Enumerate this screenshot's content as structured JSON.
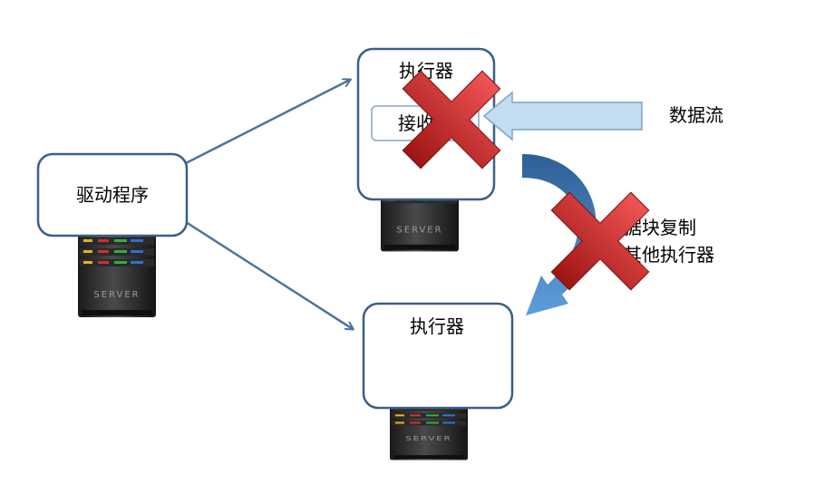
{
  "driver": {
    "label": "驱动程序"
  },
  "executor_top": {
    "title": "执行器",
    "receiver_label": "接收器"
  },
  "executor_bottom": {
    "title": "执行器"
  },
  "data_stream": {
    "label": "数据流"
  },
  "replication": {
    "line1": "数据块复制",
    "line2": "到其他执行器"
  },
  "server": {
    "brand": "SERVER"
  },
  "colors": {
    "box_stroke": "#3b5f86",
    "connector": "#4a74a0",
    "stream_arrow_fill": "#c4dcf0",
    "stream_arrow_stroke": "#7da4c8",
    "curved_arrow": "#3f78b5",
    "cross_red": "#d42a2a"
  }
}
